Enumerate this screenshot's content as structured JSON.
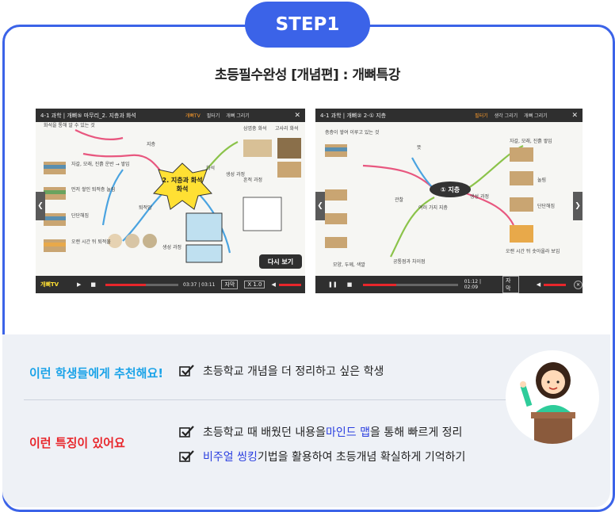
{
  "step_label": "STEP1",
  "title": "초등필수완성 [개념편] : 개뼈특강",
  "screenshot1": {
    "breadcrumb": "4-1 과학 | 개뼈⑤  마무리_2. 지층과 화석",
    "tv_label": "개뼈TV",
    "tab1": "필터기",
    "tab2": "개뼈 그리기",
    "close": "✕",
    "center_node": "2. 지층과 화석",
    "nodes": [
      "지층",
      "퇴적암",
      "화석",
      "생성 과정",
      "삼엽충 화석",
      "고사리 화석",
      "흔적 과정",
      "생성 과정",
      "자갈, 모래, 진흙 운반 → 쌓임",
      "먼저 쌓인 퇴적층 눌림",
      "단단해짐",
      "오랜 시간 뒤 퇴적물",
      "화석을 통해 알 수 있는 것"
    ],
    "replay_button": "다시 보기",
    "logo": "개뼈TV",
    "time": "03:37 | 03:11",
    "caption_button": "자막",
    "speed_button": "X 1.0",
    "progress": 0.55
  },
  "screenshot2": {
    "breadcrumb": "4-1 과학 | 개뼈② 2-① 지층",
    "tab1": "필터기",
    "tab2": "생각 그리기",
    "tab3": "개뼈 그리기",
    "close": "✕",
    "center_node": "① 지층",
    "nodes": [
      "뜻",
      "생성 과정",
      "여러 가지 지층",
      "공통점과 차이점",
      "관찰",
      "모양, 두께, 색깔",
      "자갈, 모래, 진흙 쌓임",
      "눌림",
      "단단해짐",
      "오랜 시간 뒤 솟아올라 보임",
      "층층이 쌓여 이루고 있는 것"
    ],
    "time": "01:12 | 02:09",
    "caption_button": "자막",
    "progress": 0.35
  },
  "recommend": {
    "question": "이런 학생들에게 추천해요!",
    "item": "초등학교 개념을 더 정리하고 싶은 학생"
  },
  "features": {
    "question": "이런 특징이 있어요",
    "item1_pre": "초등학교 때 배웠던 내용을 ",
    "item1_hl": "마인드 맵",
    "item1_post": "을 통해 빠르게 정리",
    "item2_hl": "비주얼 씽킹",
    "item2_post": " 기법을 활용하여 초등개념 확실하게 기억하기"
  },
  "colors": {
    "accent_blue": "#3b63e8",
    "recommend_question": "#1aa3e8",
    "features_question": "#e8262b",
    "highlight": "#2b3fe0",
    "player_bar": "#2f2f2f",
    "progress_red": "#e8262b"
  }
}
